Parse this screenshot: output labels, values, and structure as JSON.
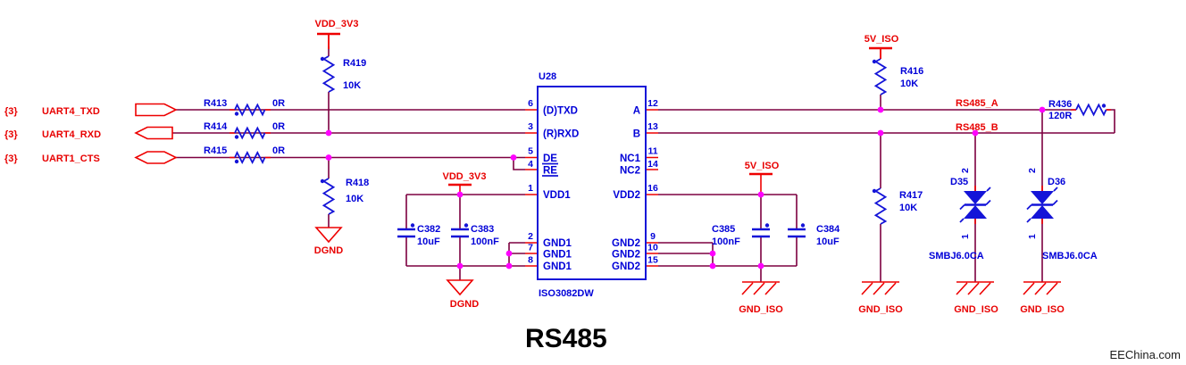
{
  "title": "RS485",
  "watermark": "EEChina.com",
  "ports": {
    "txd": {
      "sheet": "{3}",
      "net": "UART4_TXD"
    },
    "rxd": {
      "sheet": "{3}",
      "net": "UART4_RXD"
    },
    "cts": {
      "sheet": "{3}",
      "net": "UART1_CTS"
    }
  },
  "nets": {
    "rs485_a": "RS485_A",
    "rs485_b": "RS485_B"
  },
  "power": {
    "vdd_3v3": "VDD_3V3",
    "iso_5v": "5V_ISO"
  },
  "grounds": {
    "dgnd": "DGND",
    "gnd_iso": "GND_ISO"
  },
  "chip": {
    "refdes": "U28",
    "part": "ISO3082DW",
    "pins_left": [
      {
        "num": "6",
        "name": "(D)TXD"
      },
      {
        "num": "3",
        "name": "(R)RXD"
      },
      {
        "num": "5",
        "name": "DE"
      },
      {
        "num": "4",
        "name": "RE"
      },
      {
        "num": "1",
        "name": "VDD1"
      },
      {
        "num": "2",
        "name": "GND1"
      },
      {
        "num": "7",
        "name": "GND1"
      },
      {
        "num": "8",
        "name": "GND1"
      }
    ],
    "pins_right": [
      {
        "num": "12",
        "name": "A"
      },
      {
        "num": "13",
        "name": "B"
      },
      {
        "num": "11",
        "name": "NC1"
      },
      {
        "num": "14",
        "name": "NC2"
      },
      {
        "num": "16",
        "name": "VDD2"
      },
      {
        "num": "9",
        "name": "GND2"
      },
      {
        "num": "10",
        "name": "GND2"
      },
      {
        "num": "15",
        "name": "GND2"
      }
    ]
  },
  "resistors": {
    "r413": {
      "ref": "R413",
      "value": "0R"
    },
    "r414": {
      "ref": "R414",
      "value": "0R"
    },
    "r415": {
      "ref": "R415",
      "value": "0R"
    },
    "r419": {
      "ref": "R419",
      "value": "10K"
    },
    "r418": {
      "ref": "R418",
      "value": "10K"
    },
    "r416": {
      "ref": "R416",
      "value": "10K"
    },
    "r417": {
      "ref": "R417",
      "value": "10K"
    },
    "r436": {
      "ref": "R436",
      "value": "120R"
    }
  },
  "capacitors": {
    "c382": {
      "ref": "C382",
      "value": "10uF"
    },
    "c383": {
      "ref": "C383",
      "value": "100nF"
    },
    "c385": {
      "ref": "C385",
      "value": "100nF"
    },
    "c384": {
      "ref": "C384",
      "value": "10uF"
    }
  },
  "diodes": {
    "d35": {
      "ref": "D35",
      "part": "SMBJ6.0CA",
      "pin_top": "2",
      "pin_bottom": "1"
    },
    "d36": {
      "ref": "D36",
      "part": "SMBJ6.0CA",
      "pin_top": "2",
      "pin_bottom": "1"
    }
  },
  "colors": {
    "wire": "#7d0040",
    "pin_red": "#ee0000",
    "component_blue": "#1414d8",
    "text_blue": "#0000d8",
    "text_red": "#e80000",
    "junction": "#ff00ff",
    "background": "#ffffff"
  }
}
